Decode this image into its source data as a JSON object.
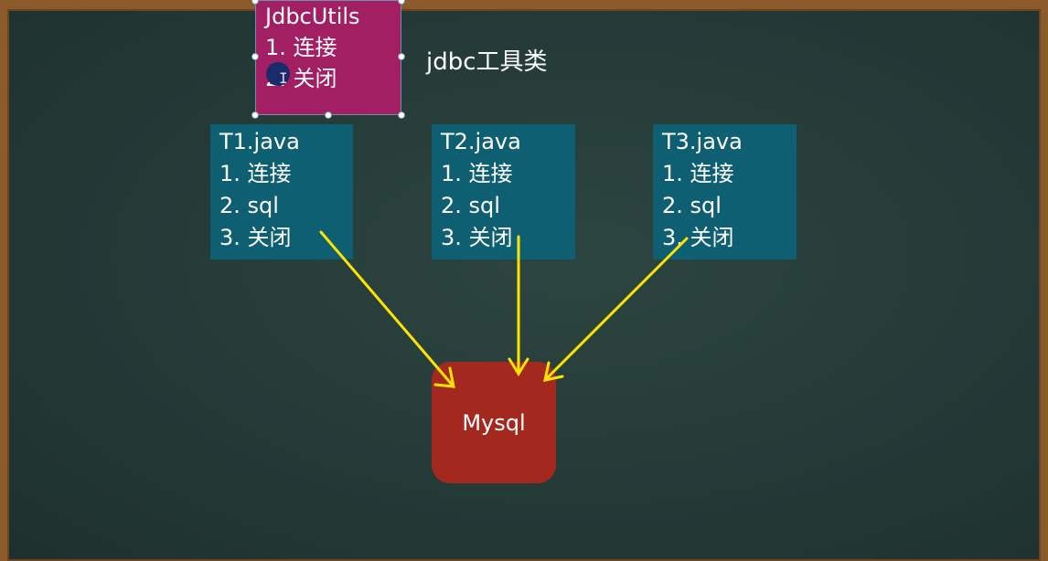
{
  "slide": {
    "utils_box": {
      "title": "JdbcUtils",
      "items": [
        "1. 连接",
        "2. 关闭"
      ]
    },
    "utils_caption": "jdbc工具类",
    "cards": [
      {
        "title": "T1.java",
        "items": [
          "1. 连接",
          "2. sql",
          "3. 关闭"
        ]
      },
      {
        "title": "T2.java",
        "items": [
          "1. 连接",
          "2. sql",
          "3. 关闭"
        ]
      },
      {
        "title": "T3.java",
        "items": [
          "1. 连接",
          "2. sql",
          "3. 关闭"
        ]
      }
    ],
    "database": {
      "label": "Mysql"
    }
  },
  "colors": {
    "board": "#243a37",
    "frame": "#8b5a2b",
    "card": "#0f5f73",
    "utils": "#a21f64",
    "database": "#a3291f",
    "arrow": "#ffe400"
  },
  "icons": {
    "cursor": "text-ibeam-cursor-icon"
  }
}
